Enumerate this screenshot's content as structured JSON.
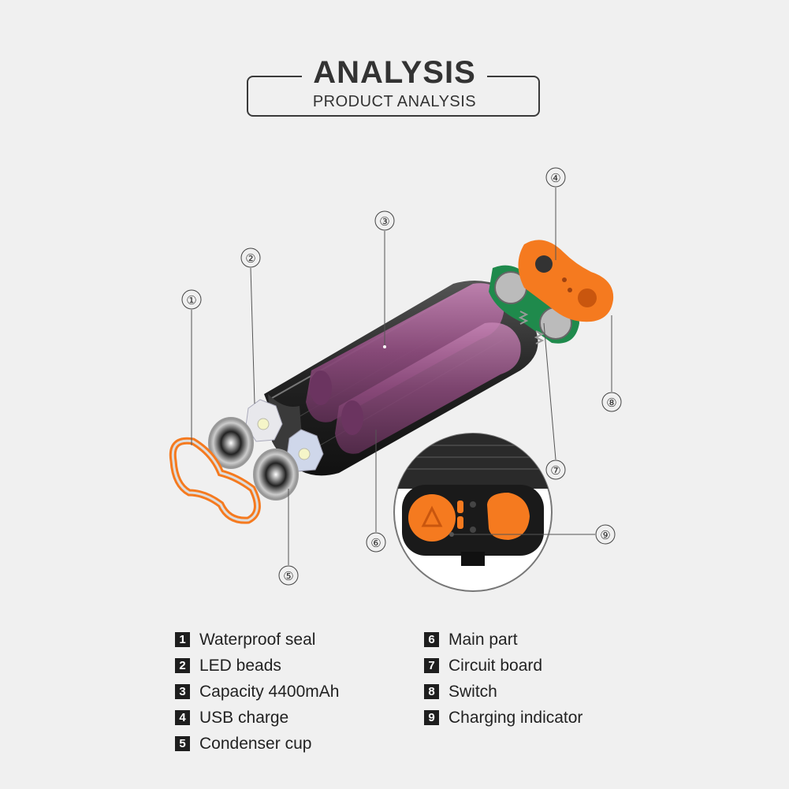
{
  "header": {
    "title": "ANALYSIS",
    "subtitle": "PRODUCT ANALYSIS"
  },
  "callouts": [
    "①",
    "②",
    "③",
    "④",
    "⑤",
    "⑥",
    "⑦",
    "⑧",
    "⑨"
  ],
  "legend": {
    "left": [
      {
        "num": "1",
        "label": "Waterproof seal"
      },
      {
        "num": "2",
        "label": "LED beads"
      },
      {
        "num": "3",
        "label": "Capacity 4400mAh"
      },
      {
        "num": "4",
        "label": "USB charge"
      },
      {
        "num": "5",
        "label": "Condenser cup"
      }
    ],
    "right": [
      {
        "num": "6",
        "label": "Main part"
      },
      {
        "num": "7",
        "label": "Circuit board"
      },
      {
        "num": "8",
        "label": "Switch"
      },
      {
        "num": "9",
        "label": "Charging indicator"
      }
    ]
  },
  "colors": {
    "accent": "#f57a1f",
    "battery": "#a0568f",
    "body": "#2b2b2b",
    "pcb": "#1f8a4c"
  }
}
